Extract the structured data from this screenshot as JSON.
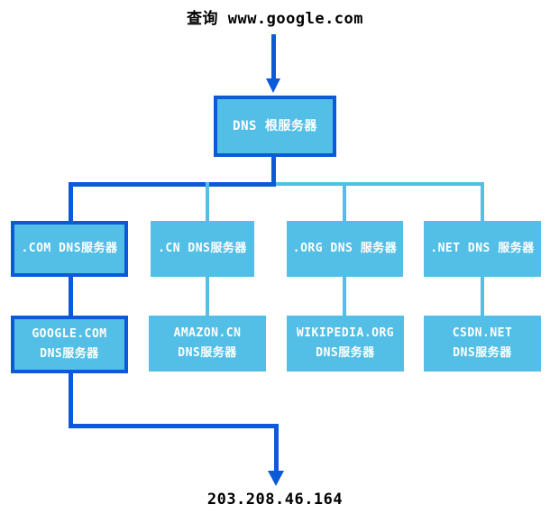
{
  "colors": {
    "dark_blue": "#0c5ad8",
    "light_blue": "#53bfe6",
    "box_text": "#ffffff",
    "label_text": "#000000"
  },
  "query": {
    "label": "查询 www.google.com"
  },
  "root_server": {
    "label": "DNS 根服务器"
  },
  "tld_servers": [
    {
      "label": ".COM DNS服务器",
      "highlighted": true
    },
    {
      "label": ".CN DNS服务器",
      "highlighted": false
    },
    {
      "label": ".ORG DNS 服务器",
      "highlighted": false
    },
    {
      "label": ".NET DNS 服务器",
      "highlighted": false
    }
  ],
  "authoritative_servers": [
    {
      "line1": "GOOGLE.COM",
      "line2": "DNS服务器",
      "highlighted": true
    },
    {
      "line1": "AMAZON.CN",
      "line2": "DNS服务器",
      "highlighted": false
    },
    {
      "line1": "WIKIPEDIA.ORG",
      "line2": "DNS服务器",
      "highlighted": false
    },
    {
      "line1": "CSDN.NET",
      "line2": "DNS服务器",
      "highlighted": false
    }
  ],
  "result": {
    "ip_address": "203.208.46.164"
  }
}
